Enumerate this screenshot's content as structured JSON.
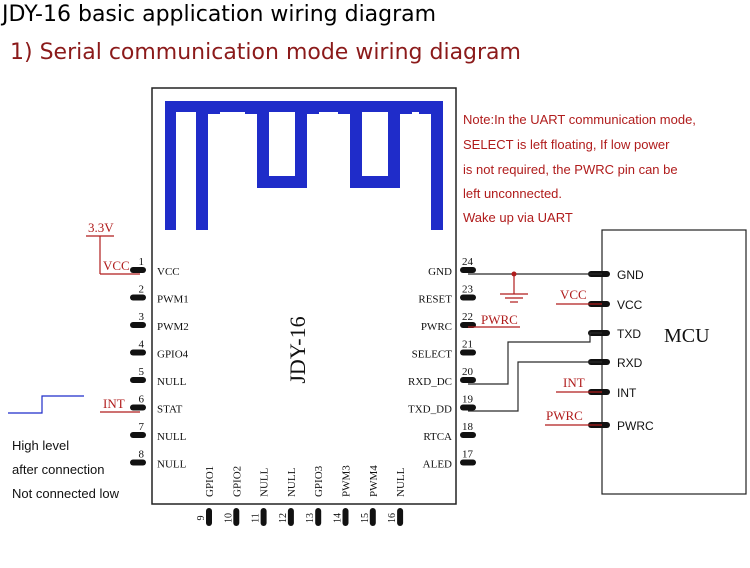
{
  "title": "JDY-16 basic application wiring diagram",
  "subtitle": "1) Serial communication mode wiring diagram",
  "module": {
    "name": "JDY-16",
    "left_pins": [
      {
        "num": "1",
        "label": "VCC"
      },
      {
        "num": "2",
        "label": "PWM1"
      },
      {
        "num": "3",
        "label": "PWM2"
      },
      {
        "num": "4",
        "label": "GPIO4"
      },
      {
        "num": "5",
        "label": "NULL"
      },
      {
        "num": "6",
        "label": "STAT"
      },
      {
        "num": "7",
        "label": "NULL"
      },
      {
        "num": "8",
        "label": "NULL"
      }
    ],
    "right_pins": [
      {
        "num": "24",
        "label": "GND"
      },
      {
        "num": "23",
        "label": "RESET"
      },
      {
        "num": "22",
        "label": "PWRC"
      },
      {
        "num": "21",
        "label": "SELECT"
      },
      {
        "num": "20",
        "label": "RXD_DC"
      },
      {
        "num": "19",
        "label": "TXD_DD"
      },
      {
        "num": "18",
        "label": "RTCA"
      },
      {
        "num": "17",
        "label": "ALED"
      }
    ],
    "bottom_pins": [
      {
        "num": "9",
        "label": "GPIO1"
      },
      {
        "num": "10",
        "label": "GPIO2"
      },
      {
        "num": "11",
        "label": "NULL"
      },
      {
        "num": "12",
        "label": "NULL"
      },
      {
        "num": "13",
        "label": "GPIO3"
      },
      {
        "num": "14",
        "label": "PWM3"
      },
      {
        "num": "15",
        "label": "PWM4"
      },
      {
        "num": "16",
        "label": "NULL"
      }
    ]
  },
  "mcu": {
    "name": "MCU",
    "pins": [
      "GND",
      "VCC",
      "TXD",
      "RXD",
      "INT",
      "PWRC"
    ]
  },
  "net_labels": {
    "supply": "3.3V",
    "vcc_left": "VCC",
    "int_left": "INT",
    "pwrc_module": "PWRC",
    "vcc_mcu": "VCC",
    "int_mcu": "INT",
    "pwrc_mcu": "PWRC"
  },
  "note_lines": [
    "Note:In the UART communication mode,",
    "SELECT is left floating, If low power",
    "is not required, the PWRC pin can be",
    "left unconnected.",
    "Wake up via UART"
  ],
  "stat_note_lines": [
    "High level",
    "after connection",
    "Not connected low"
  ],
  "colors": {
    "accent_red": "#b01c1c",
    "title_red": "#8b1a1a",
    "antenna_blue": "#1f2cc9",
    "wire_dark": "#2b2b2b"
  }
}
